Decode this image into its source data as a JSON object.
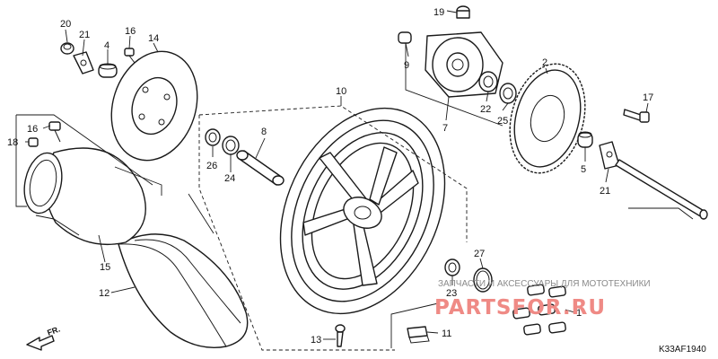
{
  "diagram": {
    "code": "K33AF1940",
    "front_label": "FR.",
    "callouts": {
      "c1": "1",
      "c2": "2",
      "c4": "4",
      "c5": "5",
      "c7": "7",
      "c8": "8",
      "c9": "9",
      "c10": "10",
      "c11": "11",
      "c12": "12",
      "c13": "13",
      "c14": "14",
      "c15": "15",
      "c16a": "16",
      "c16b": "16",
      "c17": "17",
      "c18": "18",
      "c19": "19",
      "c20": "20",
      "c21a": "21",
      "c21b": "21",
      "c22": "22",
      "c23": "23",
      "c24": "24",
      "c25": "25",
      "c26": "26",
      "c27": "27"
    }
  },
  "watermark": {
    "subtitle": "ЗАПЧАСТИ И АКСЕССУАРЫ ДЛЯ МОТОТЕХНИКИ",
    "brand": "PARTSFOR.RU"
  },
  "colors": {
    "line": "#1a1a1a",
    "watermark_brand": "#ef8a85",
    "watermark_sub": "#8a8a8a"
  }
}
